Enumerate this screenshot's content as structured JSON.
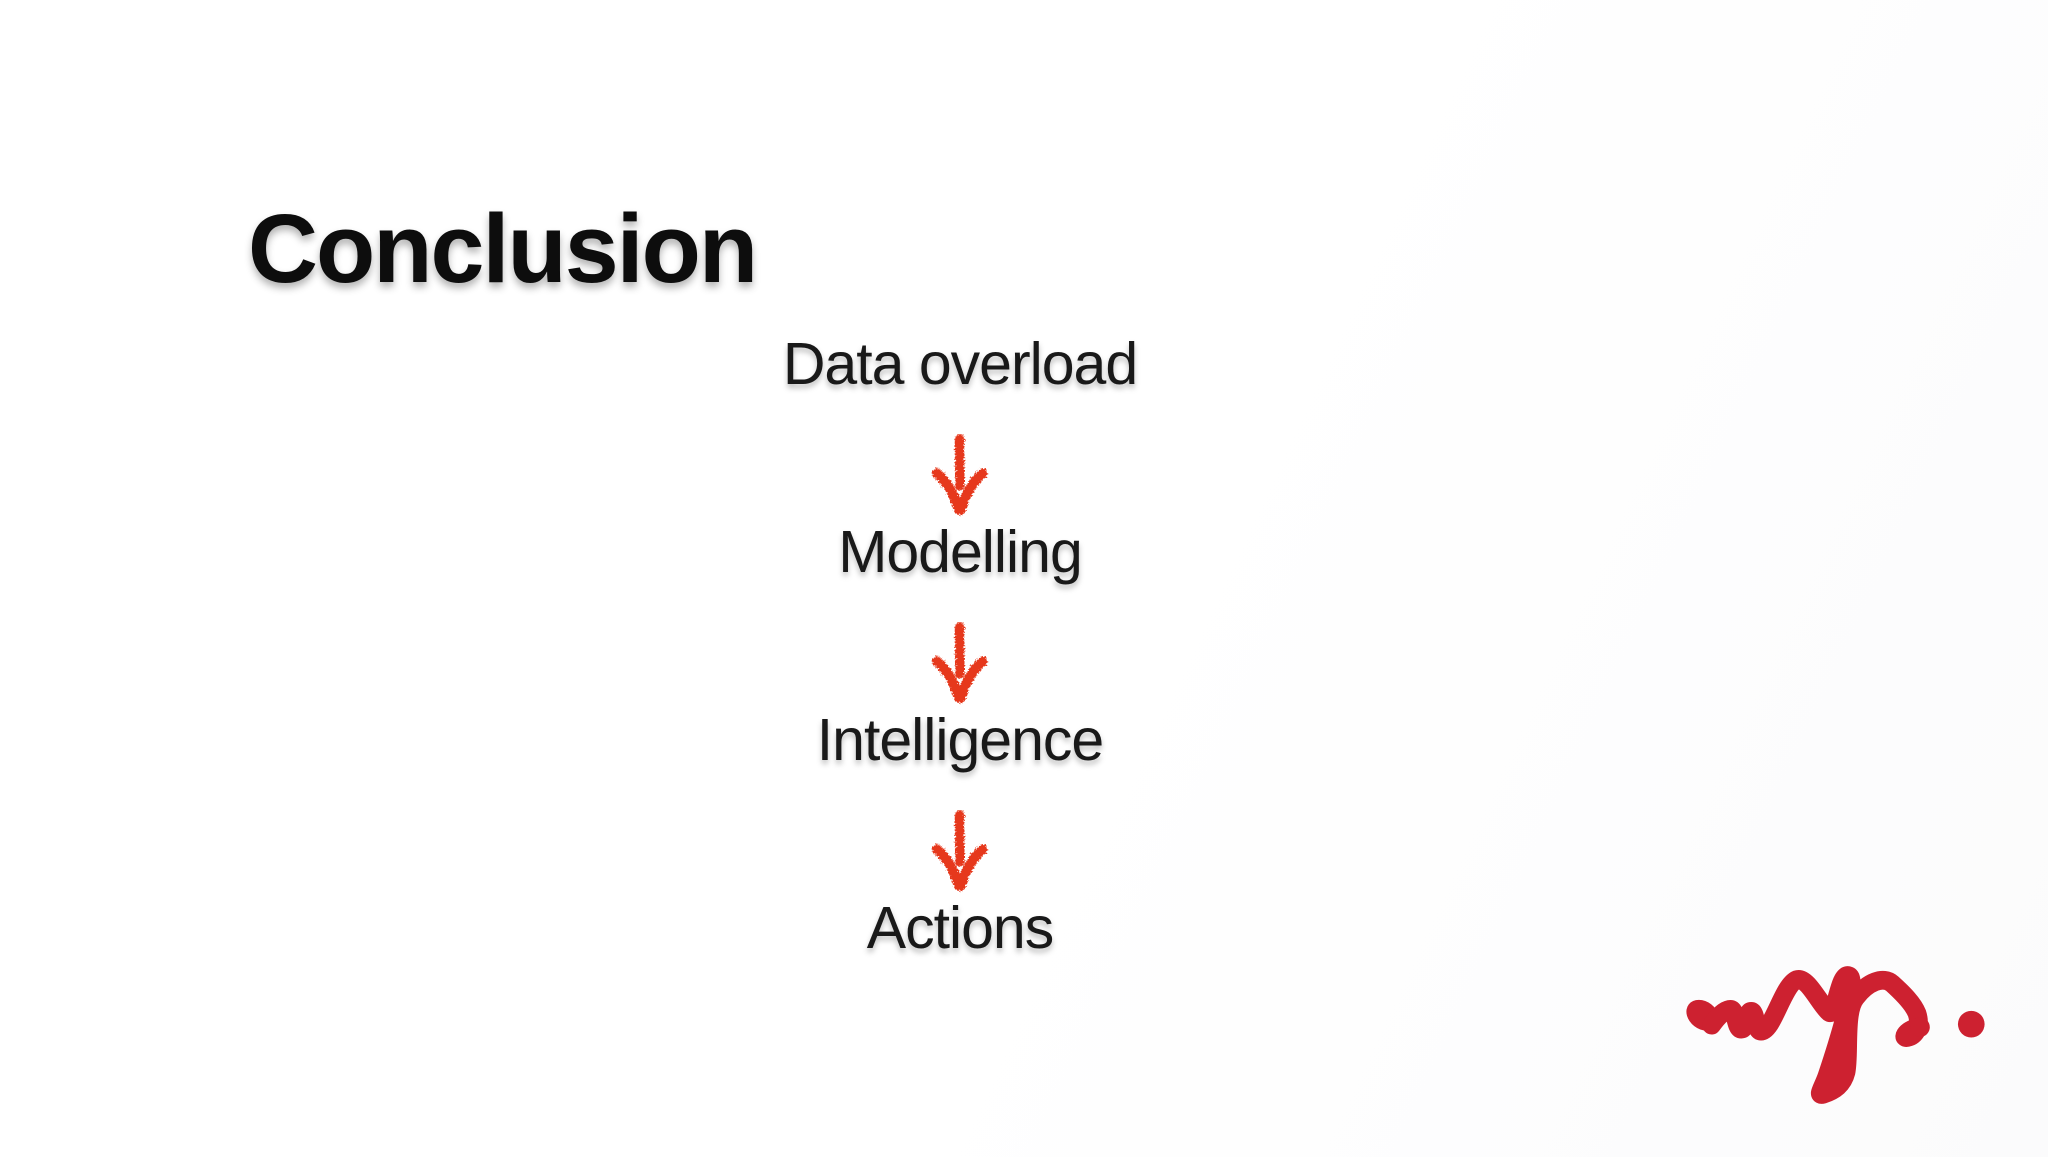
{
  "slide": {
    "title": "Conclusion",
    "flow_steps": [
      "Data overload",
      "Modelling",
      "Intelligence",
      "Actions"
    ],
    "arrow_icon": "hand-drawn-down-arrow",
    "logo": {
      "name": "wys-script-logo",
      "text_hint": "wys."
    },
    "colors": {
      "background": "#ffffff",
      "title": "#0d0d0d",
      "label": "#191919",
      "arrow": "#e6391c",
      "logo": "#cd2130"
    }
  }
}
